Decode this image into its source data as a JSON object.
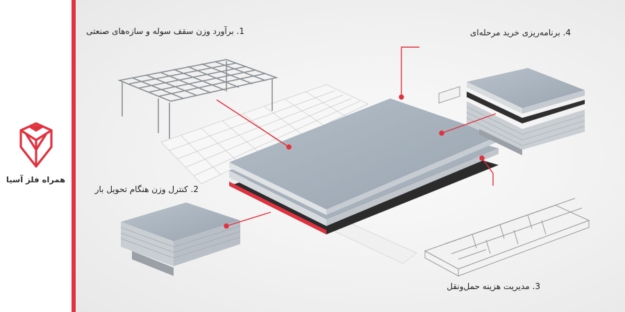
{
  "brand": {
    "name": "همراه فلز آسیا",
    "color": "#e0323f"
  },
  "labels": {
    "item1": "1. برآورد وزن سقف سوله و سازه‌های صنعتی",
    "item2": "2. کنترل وزن هنگام تحویل بار",
    "item3": "3. مدیریت هزینه حمل‌ونقل",
    "item4": "4. برنامه‌ریزی خرید مرحله‌ای"
  },
  "icons": [
    "brand-logo-icon"
  ]
}
